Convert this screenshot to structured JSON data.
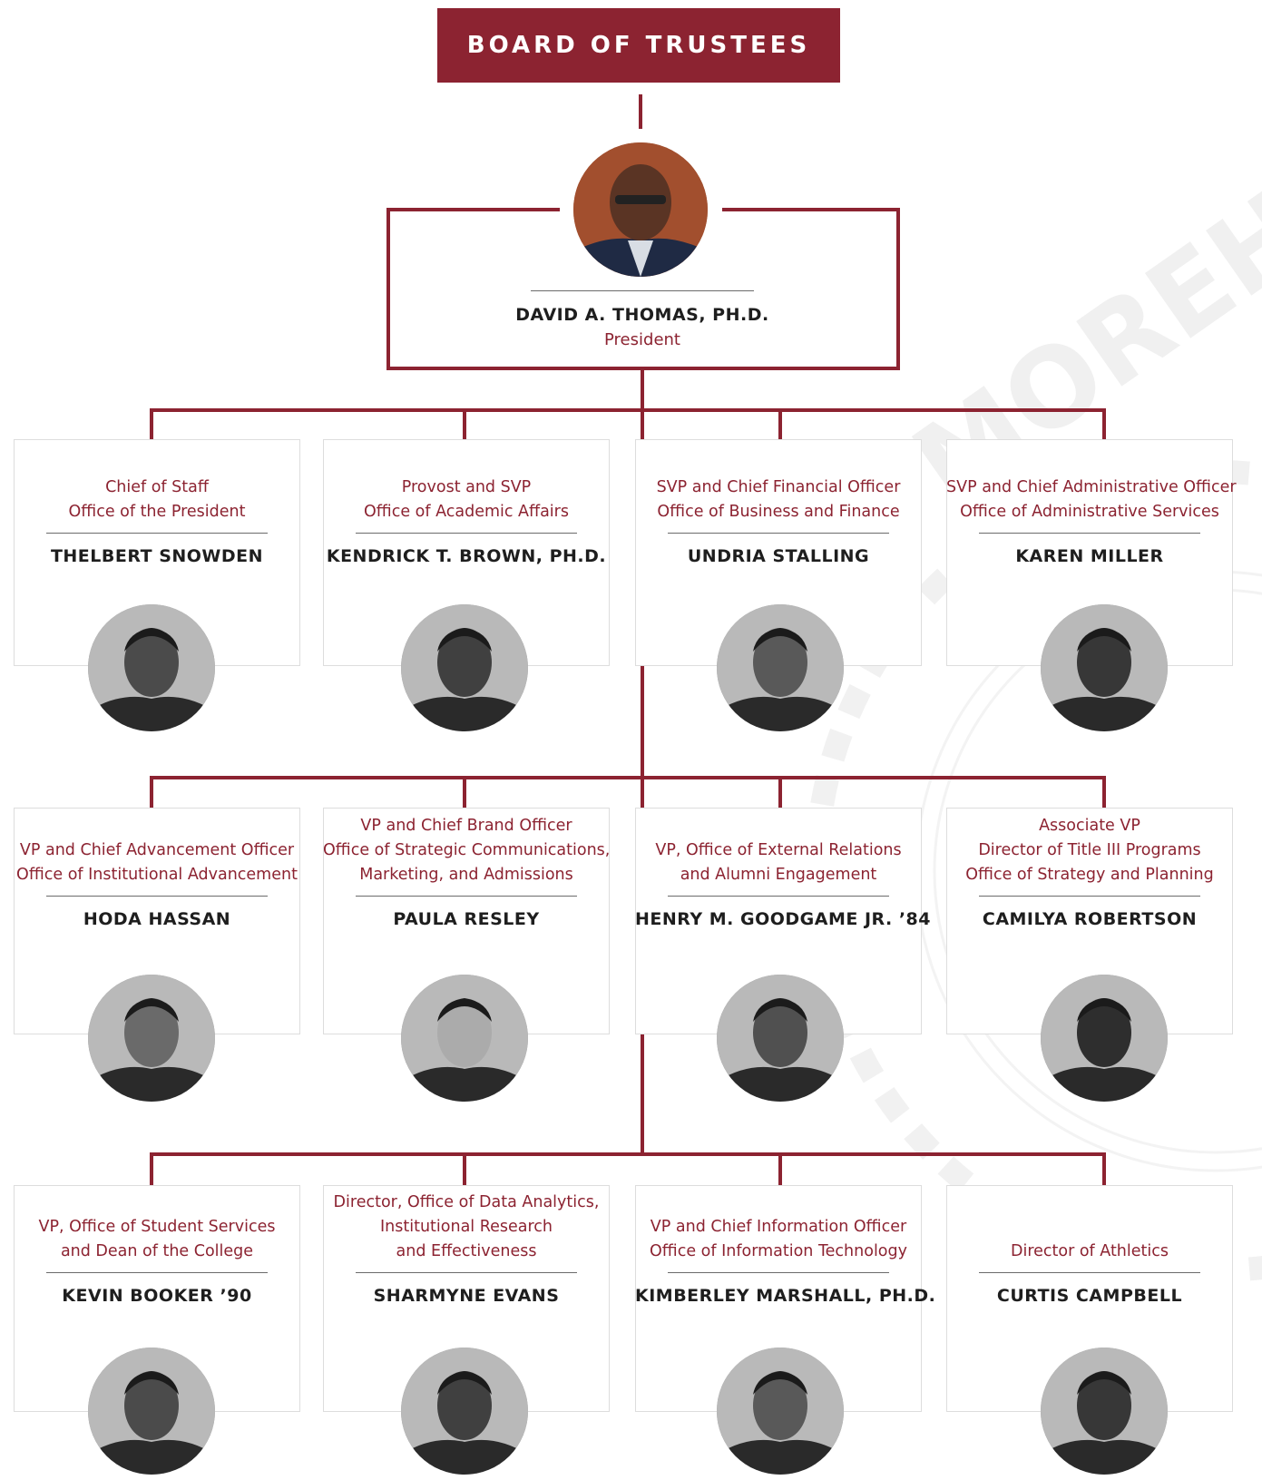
{
  "board": {
    "label": "BOARD OF TRUSTEES"
  },
  "president": {
    "name": "DAVID A. THOMAS, PH.D.",
    "title": "President"
  },
  "rows": [
    {
      "items": [
        {
          "title": [
            "Chief of Staff",
            "Office of the President"
          ],
          "name": "THELBERT SNOWDEN"
        },
        {
          "title": [
            "Provost and SVP",
            "Office of Academic Affairs"
          ],
          "name": "KENDRICK T. BROWN, PH.D."
        },
        {
          "title": [
            "SVP and Chief Financial Officer",
            "Office of Business and Finance"
          ],
          "name": "UNDRIA STALLING"
        },
        {
          "title": [
            "SVP and Chief Administrative Officer",
            "Office of Administrative Services"
          ],
          "name": "KAREN MILLER"
        }
      ]
    },
    {
      "items": [
        {
          "title": [
            "VP and Chief Advancement Officer",
            "Office of Institutional Advancement"
          ],
          "name": "HODA HASSAN"
        },
        {
          "title": [
            "VP and Chief Brand Officer",
            "Office of Strategic Communications,",
            "Marketing, and Admissions"
          ],
          "name": "PAULA RESLEY"
        },
        {
          "title": [
            "VP, Office of External Relations",
            "and Alumni Engagement"
          ],
          "name": "HENRY M. GOODGAME JR. ’84"
        },
        {
          "title": [
            "Associate VP",
            "Director of Title III Programs",
            "Office of Strategy and Planning"
          ],
          "name": "CAMILYA ROBERTSON"
        }
      ]
    },
    {
      "items": [
        {
          "title": [
            "VP, Office of Student Services",
            "and Dean of the College"
          ],
          "name": "KEVIN BOOKER ’90"
        },
        {
          "title": [
            "Director, Office of Data Analytics,",
            "Institutional Research",
            "and Effectiveness"
          ],
          "name": "SHARMYNE EVANS"
        },
        {
          "title": [
            "VP and Chief Information Officer",
            "Office of Information Technology"
          ],
          "name": "KIMBERLEY MARSHALL, PH.D."
        },
        {
          "title": [
            "Director of Athletics"
          ],
          "name": "CURTIS CAMPBELL"
        }
      ]
    }
  ],
  "colors": {
    "accent": "#8c2331",
    "text": "#1e1e1e",
    "rule": "#6b6b6b",
    "border": "#dddddd"
  },
  "watermark_text": "MOREHOUSE COLLEGE"
}
